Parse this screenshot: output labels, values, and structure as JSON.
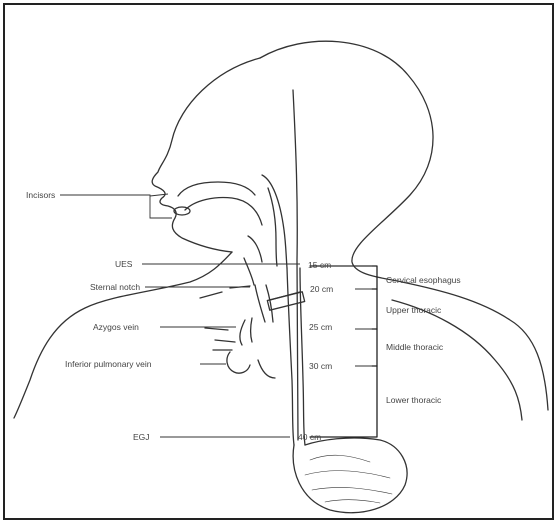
{
  "labels": {
    "left": {
      "incisors": "Incisors",
      "ues": "UES",
      "sternal_notch": "Sternal notch",
      "azygos_vein": "Azygos vein",
      "inferior_pulmonary_vein": "Inferior pulmonary vein",
      "egj": "EGJ"
    },
    "distances": {
      "d15": "15 cm",
      "d20": "20 cm",
      "d25": "25 cm",
      "d30": "30 cm",
      "d40": "40 cm"
    },
    "segments": {
      "cervical": "Cervical esophagus",
      "upper": "Upper thoracic",
      "middle": "Middle thoracic",
      "lower": "Lower thoracic"
    }
  },
  "colors": {
    "line": "#333333",
    "text": "#444444",
    "border": "#222222"
  }
}
